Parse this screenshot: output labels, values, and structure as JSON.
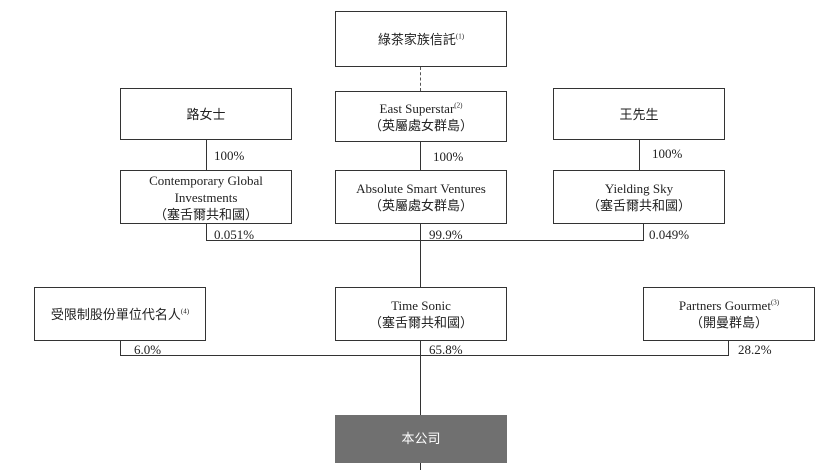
{
  "nodes": {
    "trust": {
      "name": "綠茶家族信託",
      "note": "(1)"
    },
    "ms_lu": {
      "name": "路女士"
    },
    "east": {
      "name": "East Superstar",
      "note": "(2)",
      "place": "（英屬處女群島）"
    },
    "mr_wang": {
      "name": "王先生"
    },
    "contemporary": {
      "name_line1": "Contemporary Global",
      "name_line2": "Investments",
      "place": "（塞舌爾共和國）"
    },
    "absolute": {
      "name": "Absolute Smart Ventures",
      "place": "（英屬處女群島）"
    },
    "yielding": {
      "name": "Yielding Sky",
      "place": "（塞舌爾共和國）"
    },
    "nominee": {
      "name": "受限制股份單位代名人",
      "note": "(4)"
    },
    "time_sonic": {
      "name": "Time Sonic",
      "place": "（塞舌爾共和國）"
    },
    "partners": {
      "name": "Partners Gourmet",
      "note": "(3)",
      "place": "（開曼群島）"
    },
    "company": {
      "name": "本公司"
    }
  },
  "percentages": {
    "ms_lu_to_contemporary": "100%",
    "east_to_absolute": "100%",
    "wang_to_yielding": "100%",
    "contemporary_to_timesonic": "0.051%",
    "absolute_to_timesonic": "99.9%",
    "yielding_to_timesonic": "0.049%",
    "nominee_to_company": "6.0%",
    "timesonic_to_company": "65.8%",
    "partners_to_company": "28.2%"
  },
  "colors": {
    "company_fill": "#707070",
    "line": "#333333"
  }
}
